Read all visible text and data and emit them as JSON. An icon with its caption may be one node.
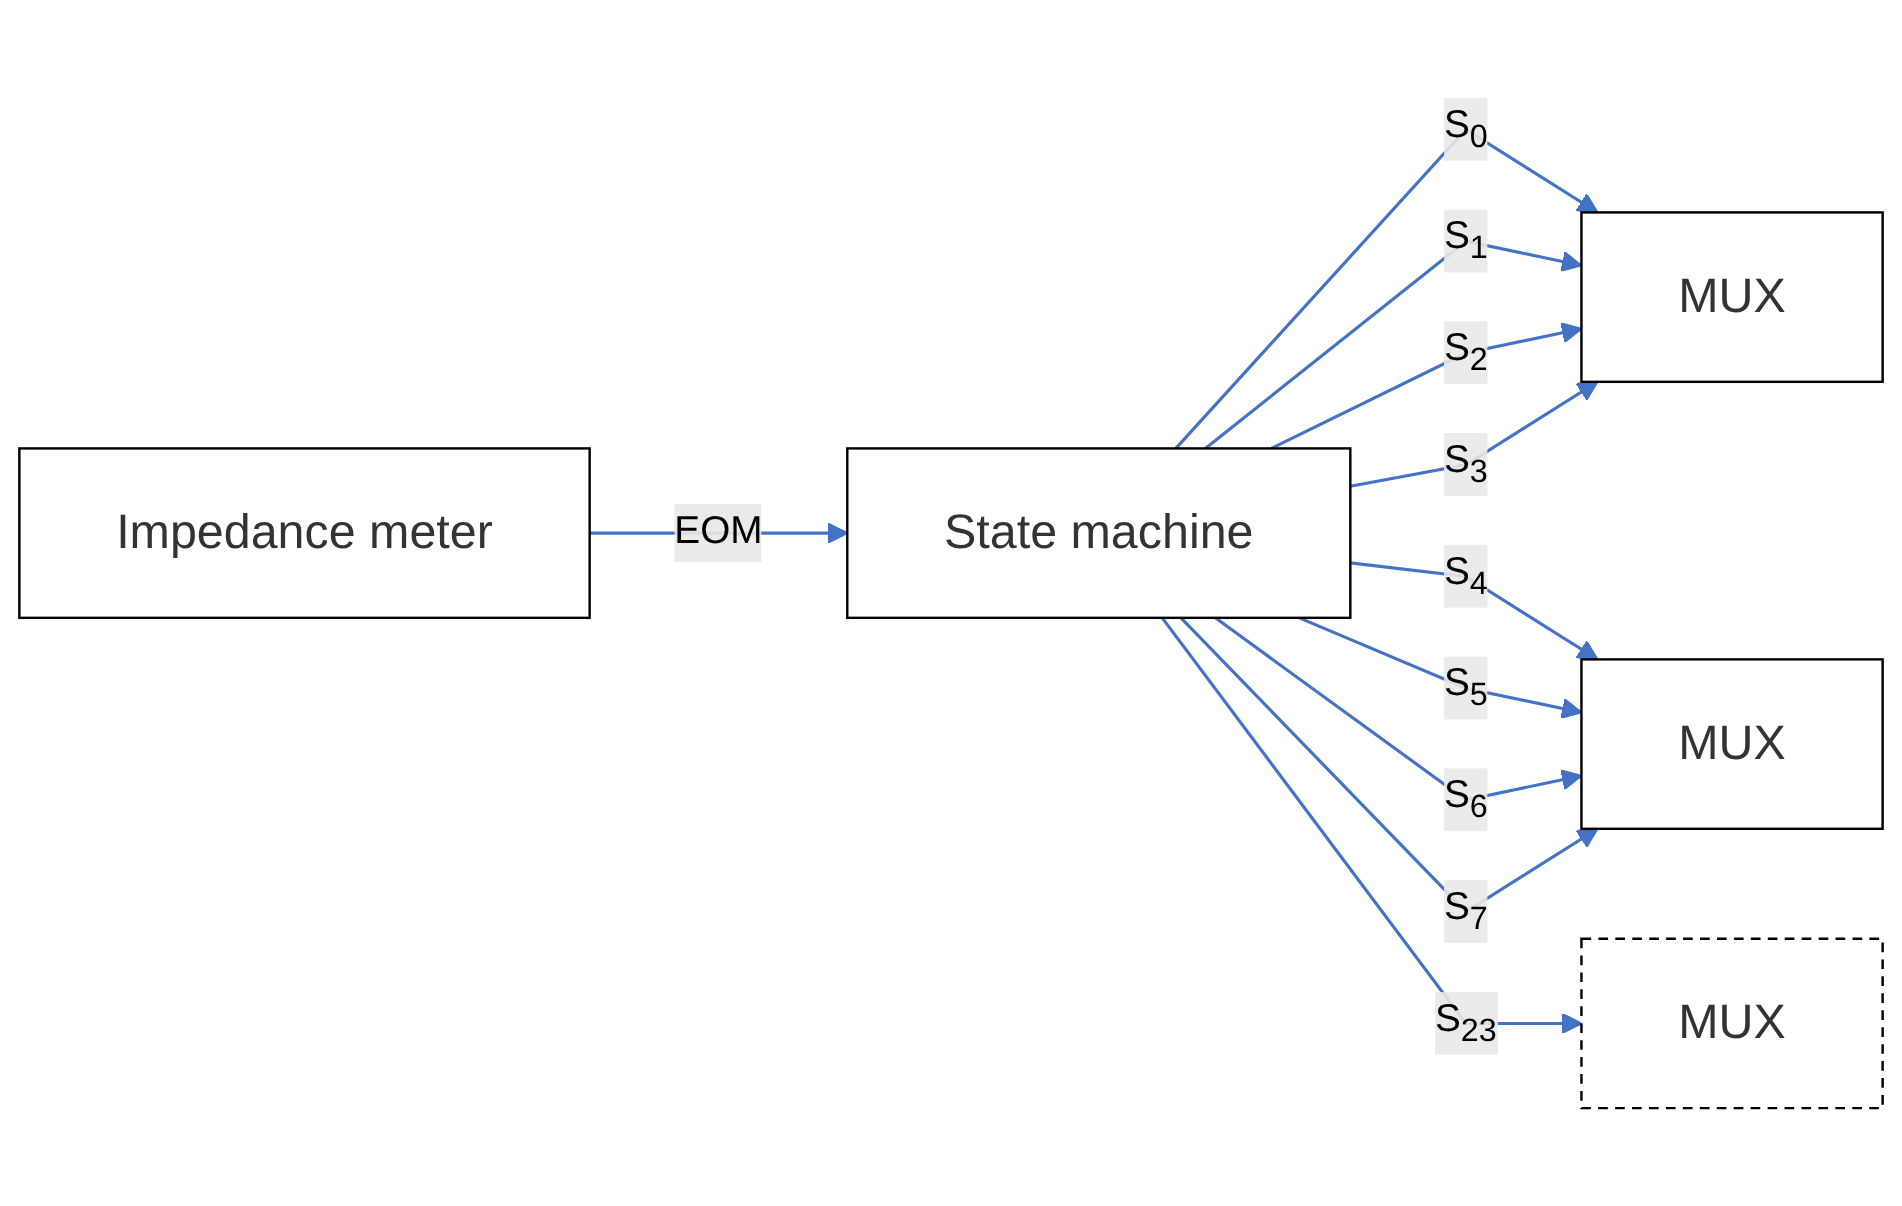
{
  "diagram": {
    "nodes": [
      {
        "text": [
          "Impedance meter"
        ]
      },
      {
        "text": [
          "State machine"
        ]
      },
      {
        "text": [
          "MUX"
        ]
      },
      {
        "text": [
          "MUX"
        ]
      },
      {
        "text": [
          "MUX"
        ]
      }
    ],
    "edges": [
      {
        "from": 0,
        "to": 1,
        "arrow": "to",
        "label": "EOM"
      },
      {
        "from": 1,
        "to": 2,
        "arrow": "to",
        "label": "S$_{0}$"
      },
      {
        "from": 1,
        "to": 2,
        "arrow": "to",
        "label": "S$_{1}$"
      },
      {
        "from": 1,
        "to": 2,
        "arrow": "to",
        "label": "S$_{2}$"
      },
      {
        "from": 1,
        "to": 2,
        "arrow": "to",
        "label": "S$_{3}$"
      },
      {
        "from": 1,
        "to": 3,
        "arrow": "to",
        "label": "S$_{4}$"
      },
      {
        "from": 1,
        "to": 3,
        "arrow": "to",
        "label": "S$_{5}$"
      },
      {
        "from": 1,
        "to": 3,
        "arrow": "to",
        "label": "S$_{6}$"
      },
      {
        "from": 1,
        "to": 3,
        "arrow": "to",
        "label": "S$_{7}$"
      },
      {
        "from": 1,
        "to": 4,
        "arrow": "to",
        "label": "S$_{23}$"
      }
    ]
  }
}
